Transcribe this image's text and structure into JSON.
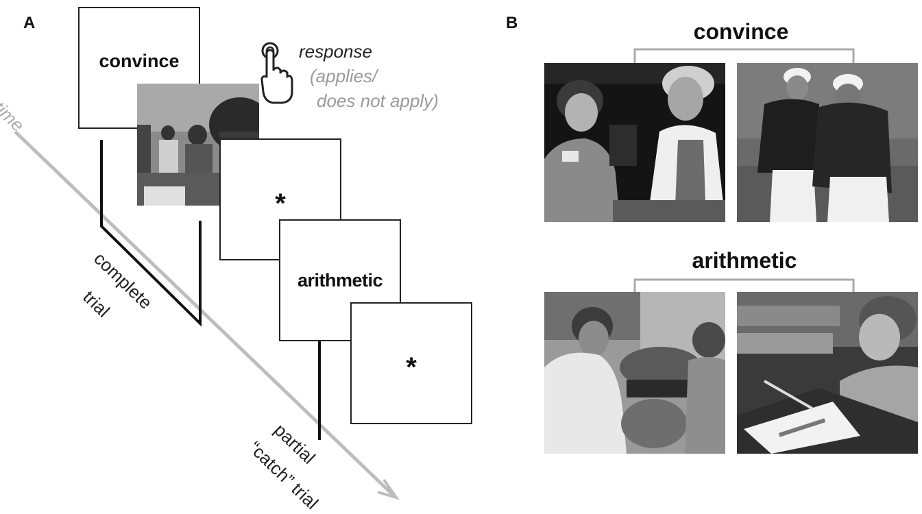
{
  "panelA": {
    "label": "A",
    "time_label": "time",
    "frames": {
      "word1": "convince",
      "fix1": "*",
      "word2": "arithmetic",
      "fix2": "*"
    },
    "response": {
      "label": "response",
      "line1": "(applies/",
      "line2": "does not apply)"
    },
    "complete": {
      "line1": "complete",
      "line2": "trial"
    },
    "partial": {
      "line1": "partial",
      "line2": "“catch” trial"
    }
  },
  "panelB": {
    "label": "B",
    "word1": "convince",
    "word2": "arithmetic"
  },
  "icons": [
    "pointing-hand-icon"
  ],
  "colors": {
    "frame": "#222222",
    "time_arrow": "#bbbbbb",
    "gray_text": "#9a9a9a"
  }
}
